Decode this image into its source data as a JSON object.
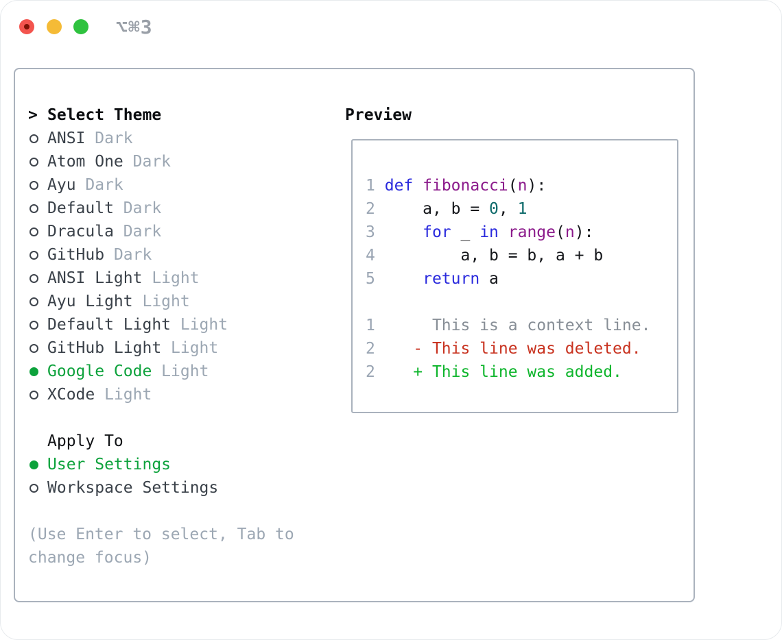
{
  "palette": {
    "green": "#0da23c",
    "add": "#0eb52c",
    "del": "#c8321f",
    "kw": "#2a2add",
    "fn": "#8b1a8b",
    "num": "#0d6a6a",
    "ln": "#9aa5b3",
    "ctx": "#878e96",
    "text": "#3a4149",
    "muted": "#9ca7b3",
    "border": "#aab2bd",
    "title": "#999fa7"
  },
  "window": {
    "title": "⌥⌘3",
    "traffic_lights": {
      "close": "red",
      "minimize": "yellow",
      "zoom": "green"
    }
  },
  "theme_menu": {
    "cursor": ">",
    "header": "Select Theme",
    "items": [
      {
        "name": "ANSI",
        "variant": "Dark",
        "selected": false
      },
      {
        "name": "Atom One",
        "variant": "Dark",
        "selected": false
      },
      {
        "name": "Ayu",
        "variant": "Dark",
        "selected": false
      },
      {
        "name": "Default",
        "variant": "Dark",
        "selected": false
      },
      {
        "name": "Dracula",
        "variant": "Dark",
        "selected": false
      },
      {
        "name": "GitHub",
        "variant": "Dark",
        "selected": false
      },
      {
        "name": "ANSI Light",
        "variant": "Light",
        "selected": false
      },
      {
        "name": "Ayu Light",
        "variant": "Light",
        "selected": false
      },
      {
        "name": "Default Light",
        "variant": "Light",
        "selected": false
      },
      {
        "name": "GitHub Light",
        "variant": "Light",
        "selected": false
      },
      {
        "name": "Google Code",
        "variant": "Light",
        "selected": true
      },
      {
        "name": "XCode",
        "variant": "Light",
        "selected": false
      }
    ]
  },
  "apply_to": {
    "header": "Apply To",
    "options": [
      {
        "label": "User Settings",
        "selected": true
      },
      {
        "label": "Workspace Settings",
        "selected": false
      }
    ]
  },
  "hint": {
    "text": "(Use Enter to select, Tab to change focus)"
  },
  "preview": {
    "title": "Preview",
    "code_lines": [
      [
        {
          "t": "1",
          "c": "ln"
        },
        {
          "t": " ",
          "c": "txt"
        },
        {
          "t": "def",
          "c": "kw"
        },
        {
          "t": " ",
          "c": "txt"
        },
        {
          "t": "fibonacci",
          "c": "fn"
        },
        {
          "t": "(",
          "c": "txt"
        },
        {
          "t": "n",
          "c": "fn"
        },
        {
          "t": "):",
          "c": "txt"
        }
      ],
      [
        {
          "t": "2",
          "c": "ln"
        },
        {
          "t": "     a, b = ",
          "c": "txt"
        },
        {
          "t": "0",
          "c": "num"
        },
        {
          "t": ", ",
          "c": "txt"
        },
        {
          "t": "1",
          "c": "num"
        }
      ],
      [
        {
          "t": "3",
          "c": "ln"
        },
        {
          "t": "     ",
          "c": "txt"
        },
        {
          "t": "for",
          "c": "kw"
        },
        {
          "t": " _ ",
          "c": "txt"
        },
        {
          "t": "in",
          "c": "kw"
        },
        {
          "t": " ",
          "c": "txt"
        },
        {
          "t": "range",
          "c": "fn"
        },
        {
          "t": "(",
          "c": "txt"
        },
        {
          "t": "n",
          "c": "fn"
        },
        {
          "t": "):",
          "c": "txt"
        }
      ],
      [
        {
          "t": "4",
          "c": "ln"
        },
        {
          "t": "         a, b = b, a + b",
          "c": "txt"
        }
      ],
      [
        {
          "t": "5",
          "c": "ln"
        },
        {
          "t": "     ",
          "c": "txt"
        },
        {
          "t": "return",
          "c": "kw"
        },
        {
          "t": " a",
          "c": "txt"
        }
      ],
      [],
      [
        {
          "t": "1",
          "c": "ln"
        },
        {
          "t": "      This is a context line.",
          "c": "ctx"
        }
      ],
      [
        {
          "t": "2",
          "c": "ln"
        },
        {
          "t": "    - This line was deleted.",
          "c": "del"
        }
      ],
      [
        {
          "t": "2",
          "c": "ln"
        },
        {
          "t": "    + This line was added.",
          "c": "add"
        }
      ]
    ]
  }
}
